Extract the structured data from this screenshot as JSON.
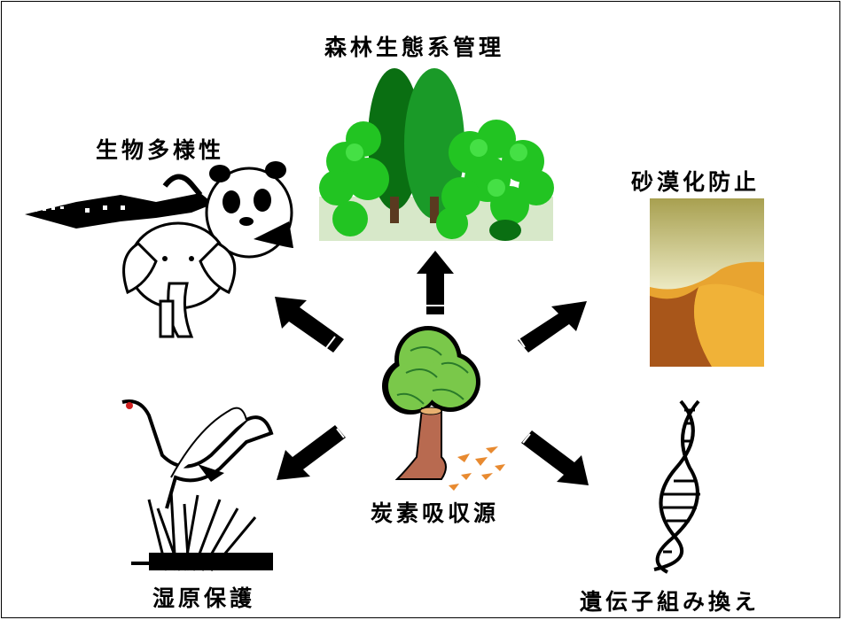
{
  "diagram": {
    "center": {
      "label": "炭素吸収源",
      "icon": "cut-tree-icon"
    },
    "nodes": [
      {
        "id": "forest",
        "label": "森林生態系管理",
        "icon": "forest-icon"
      },
      {
        "id": "biodiversity",
        "label": "生物多様性",
        "icon": "animals-icon"
      },
      {
        "id": "desert",
        "label": "砂漠化防止",
        "icon": "desert-dune-icon"
      },
      {
        "id": "wetland",
        "label": "湿原保護",
        "icon": "crane-wetland-icon"
      },
      {
        "id": "genetics",
        "label": "遺伝子組み換え",
        "icon": "dna-helix-icon"
      }
    ],
    "colors": {
      "arrow": "#000000",
      "forest_green": "#22c422",
      "forest_dark": "#0a7a1a",
      "sand": "#e8a430",
      "sky": "#a8a050",
      "leaf": "#7ac84a",
      "trunk": "#b86a50"
    }
  }
}
